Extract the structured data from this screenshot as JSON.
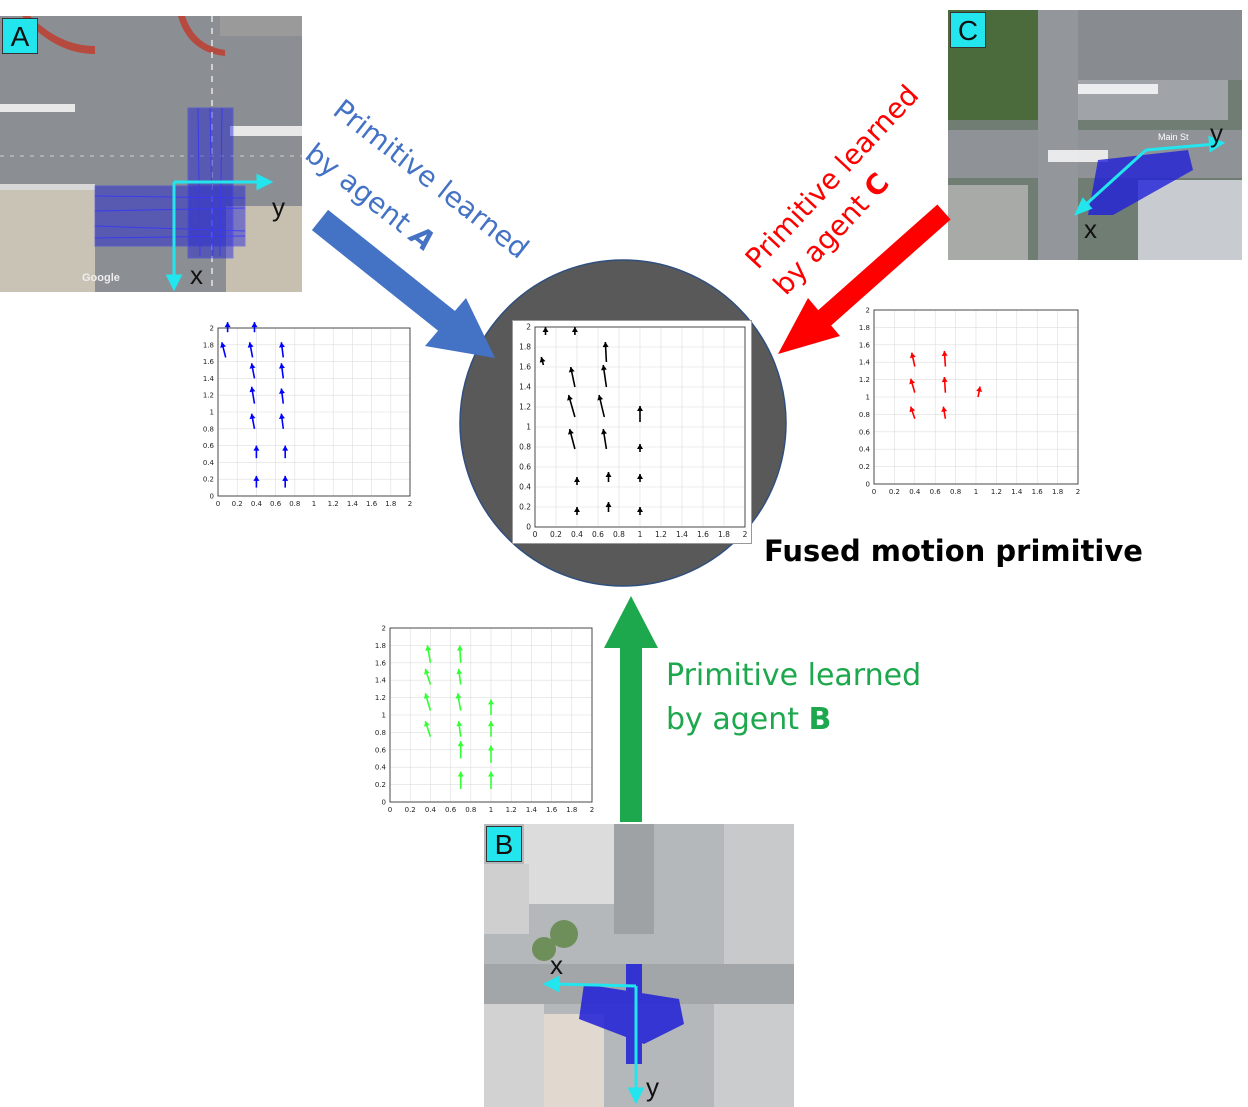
{
  "agents": {
    "A": {
      "badge": "A",
      "axis_x": "x",
      "axis_y": "y",
      "watermark": "Google",
      "caption_line1": "Primitive learned",
      "caption_line2_prefix": "by agent ",
      "caption_line2_bold": "A",
      "color": "#4472c4",
      "arrow_color": "#0000ff"
    },
    "B": {
      "badge": "B",
      "axis_x": "x",
      "axis_y": "y",
      "caption_line1": "Primitive learned",
      "caption_line2_prefix": "by agent ",
      "caption_line2_bold": "B",
      "color": "#1ea84e",
      "arrow_color": "#33ff33"
    },
    "C": {
      "badge": "C",
      "axis_x": "x",
      "axis_y": "y",
      "street_label": "Main St",
      "caption_line1": "Primitive learned",
      "caption_line2_prefix": "by agent ",
      "caption_line2_bold": "C",
      "color": "#ff0000",
      "arrow_color": "#ff0000"
    }
  },
  "fused_label": "Fused motion primitive",
  "center_color": "#595959",
  "chart_data": [
    {
      "type": "quiver",
      "name": "agent A primitive",
      "xlim": [
        0,
        2
      ],
      "ylim": [
        0,
        2
      ],
      "ticks": [
        "0",
        "0.2",
        "0.4",
        "0.6",
        "0.8",
        "1",
        "1.2",
        "1.4",
        "1.6",
        "1.8",
        "2"
      ],
      "grid": true,
      "arrows": [
        {
          "x": 0.1,
          "y": 1.95,
          "u": 0.0,
          "v": 0.12
        },
        {
          "x": 0.08,
          "y": 1.65,
          "u": -0.04,
          "v": 0.18
        },
        {
          "x": 0.38,
          "y": 1.95,
          "u": 0.0,
          "v": 0.12
        },
        {
          "x": 0.36,
          "y": 1.65,
          "u": -0.03,
          "v": 0.18
        },
        {
          "x": 0.38,
          "y": 1.4,
          "u": -0.03,
          "v": 0.18
        },
        {
          "x": 0.38,
          "y": 1.1,
          "u": -0.03,
          "v": 0.2
        },
        {
          "x": 0.38,
          "y": 0.8,
          "u": -0.03,
          "v": 0.18
        },
        {
          "x": 0.4,
          "y": 0.45,
          "u": 0.0,
          "v": 0.15
        },
        {
          "x": 0.4,
          "y": 0.1,
          "u": 0.0,
          "v": 0.14
        },
        {
          "x": 0.68,
          "y": 1.65,
          "u": -0.02,
          "v": 0.18
        },
        {
          "x": 0.68,
          "y": 1.4,
          "u": -0.02,
          "v": 0.18
        },
        {
          "x": 0.68,
          "y": 1.1,
          "u": -0.02,
          "v": 0.18
        },
        {
          "x": 0.68,
          "y": 0.8,
          "u": -0.02,
          "v": 0.18
        },
        {
          "x": 0.7,
          "y": 0.45,
          "u": 0.0,
          "v": 0.15
        },
        {
          "x": 0.7,
          "y": 0.1,
          "u": 0.0,
          "v": 0.14
        }
      ]
    },
    {
      "type": "quiver",
      "name": "agent C primitive",
      "xlim": [
        0,
        2
      ],
      "ylim": [
        0,
        2
      ],
      "ticks": [
        "0",
        "0.2",
        "0.4",
        "0.6",
        "0.8",
        "1",
        "1.2",
        "1.4",
        "1.6",
        "1.8",
        "2"
      ],
      "grid": true,
      "arrows": [
        {
          "x": 0.4,
          "y": 1.35,
          "u": -0.03,
          "v": 0.16
        },
        {
          "x": 0.4,
          "y": 1.05,
          "u": -0.04,
          "v": 0.16
        },
        {
          "x": 0.4,
          "y": 0.75,
          "u": -0.04,
          "v": 0.14
        },
        {
          "x": 0.7,
          "y": 1.35,
          "u": -0.01,
          "v": 0.18
        },
        {
          "x": 0.7,
          "y": 1.05,
          "u": -0.01,
          "v": 0.18
        },
        {
          "x": 0.7,
          "y": 0.75,
          "u": -0.02,
          "v": 0.14
        },
        {
          "x": 1.02,
          "y": 1.0,
          "u": 0.02,
          "v": 0.12
        }
      ]
    },
    {
      "type": "quiver",
      "name": "agent B primitive",
      "xlim": [
        0,
        2
      ],
      "ylim": [
        0,
        2
      ],
      "ticks": [
        "0",
        "0.2",
        "0.4",
        "0.6",
        "0.8",
        "1",
        "1.2",
        "1.4",
        "1.6",
        "1.8",
        "2"
      ],
      "grid": true,
      "arrows": [
        {
          "x": 0.4,
          "y": 1.6,
          "u": -0.03,
          "v": 0.2
        },
        {
          "x": 0.4,
          "y": 1.35,
          "u": -0.05,
          "v": 0.18
        },
        {
          "x": 0.4,
          "y": 1.05,
          "u": -0.05,
          "v": 0.2
        },
        {
          "x": 0.4,
          "y": 0.75,
          "u": -0.05,
          "v": 0.18
        },
        {
          "x": 0.7,
          "y": 1.6,
          "u": -0.01,
          "v": 0.2
        },
        {
          "x": 0.7,
          "y": 1.35,
          "u": -0.02,
          "v": 0.18
        },
        {
          "x": 0.7,
          "y": 1.05,
          "u": -0.03,
          "v": 0.2
        },
        {
          "x": 0.7,
          "y": 0.75,
          "u": -0.02,
          "v": 0.18
        },
        {
          "x": 0.7,
          "y": 0.5,
          "u": 0.0,
          "v": 0.2
        },
        {
          "x": 0.7,
          "y": 0.15,
          "u": 0.0,
          "v": 0.2
        },
        {
          "x": 1.0,
          "y": 1.0,
          "u": 0.0,
          "v": 0.18
        },
        {
          "x": 1.0,
          "y": 0.75,
          "u": 0.0,
          "v": 0.18
        },
        {
          "x": 1.0,
          "y": 0.45,
          "u": 0.0,
          "v": 0.2
        },
        {
          "x": 1.0,
          "y": 0.15,
          "u": 0.0,
          "v": 0.2
        }
      ]
    },
    {
      "type": "quiver",
      "name": "fused primitive",
      "xlim": [
        0,
        2
      ],
      "ylim": [
        0,
        2
      ],
      "ticks": [
        "0",
        "0.2",
        "0.4",
        "0.6",
        "0.8",
        "1",
        "1.2",
        "1.4",
        "1.6",
        "1.8",
        "2"
      ],
      "grid": true,
      "arrows": [
        {
          "x": 0.1,
          "y": 1.92,
          "u": 0.0,
          "v": 0.08
        },
        {
          "x": 0.08,
          "y": 1.62,
          "u": -0.02,
          "v": 0.08
        },
        {
          "x": 0.38,
          "y": 1.92,
          "u": 0.0,
          "v": 0.08
        },
        {
          "x": 0.38,
          "y": 1.4,
          "u": -0.04,
          "v": 0.2
        },
        {
          "x": 0.38,
          "y": 1.1,
          "u": -0.06,
          "v": 0.22
        },
        {
          "x": 0.38,
          "y": 0.78,
          "u": -0.05,
          "v": 0.2
        },
        {
          "x": 0.4,
          "y": 0.42,
          "u": 0.0,
          "v": 0.08
        },
        {
          "x": 0.4,
          "y": 0.12,
          "u": 0.0,
          "v": 0.08
        },
        {
          "x": 0.68,
          "y": 1.65,
          "u": -0.01,
          "v": 0.2
        },
        {
          "x": 0.68,
          "y": 1.4,
          "u": -0.03,
          "v": 0.22
        },
        {
          "x": 0.66,
          "y": 1.1,
          "u": -0.05,
          "v": 0.22
        },
        {
          "x": 0.68,
          "y": 0.78,
          "u": -0.03,
          "v": 0.2
        },
        {
          "x": 0.7,
          "y": 0.45,
          "u": 0.0,
          "v": 0.1
        },
        {
          "x": 0.7,
          "y": 0.15,
          "u": 0.0,
          "v": 0.1
        },
        {
          "x": 1.0,
          "y": 1.05,
          "u": 0.0,
          "v": 0.16
        },
        {
          "x": 1.0,
          "y": 0.75,
          "u": 0.0,
          "v": 0.08
        },
        {
          "x": 1.0,
          "y": 0.45,
          "u": 0.0,
          "v": 0.08
        },
        {
          "x": 1.0,
          "y": 0.12,
          "u": 0.0,
          "v": 0.08
        }
      ]
    }
  ]
}
